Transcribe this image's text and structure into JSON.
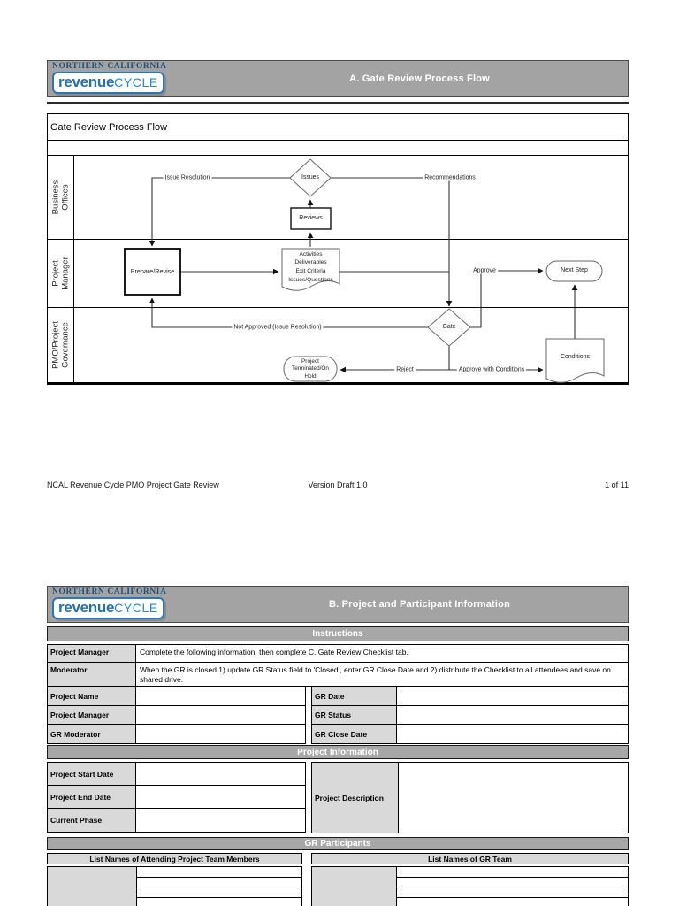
{
  "logo": {
    "region": "NORTHERN CALIFORNIA",
    "brand_bold": "revenue",
    "brand_light": "CYCLE"
  },
  "page1": {
    "header": {
      "title": "A. Gate Review Process Flow"
    },
    "flow": {
      "title": "Gate Review Process Flow",
      "lanes": [
        {
          "line1": "Business",
          "line2": "Offices"
        },
        {
          "line1": "Project",
          "line2": "Manager"
        },
        {
          "line1": "PMO/Project",
          "line2": "Governance"
        }
      ],
      "nodes": {
        "issues": "Issues",
        "reviews": "Reviews",
        "prepare": "Prepare/Revise",
        "activities": {
          "l1": "Activities",
          "l2": "Deliverables",
          "l3": "Exit Criteria",
          "l4": "Issues/Questions"
        },
        "next_step": "Next Step",
        "gate": "Gate",
        "terminated": {
          "l1": "Project",
          "l2": "Terminated/On",
          "l3": "Hold"
        },
        "conditions": "Conditions"
      },
      "edges": {
        "issue_resolution": "Issue Resolution",
        "recommendations": "Recommendations",
        "approve": "Approve",
        "not_approved": "Not Approved (Issue Resolution)",
        "reject": "Reject",
        "approve_with_conditions": "Approve with Conditions"
      }
    },
    "footer": {
      "left": "NCAL Revenue Cycle PMO Project Gate Review",
      "center": "Version Draft 1.0",
      "right": "1 of 11"
    }
  },
  "page2": {
    "header": {
      "title": "B. Project and Participant Information"
    },
    "sections": {
      "instructions": "Instructions",
      "project_information": "Project Information",
      "gr_participants": "GR Participants"
    },
    "instructions": [
      {
        "label": "Project Manager",
        "text": "Complete the following information, then complete C. Gate Review Checklist tab."
      },
      {
        "label": "Moderator",
        "text": "When the GR is closed 1) update GR Status field to 'Closed', enter GR Close Date and 2) distribute the Checklist to all attendees and save on shared drive."
      }
    ],
    "fields_left": [
      {
        "label": "Project Name",
        "value": ""
      },
      {
        "label": "Project Manager",
        "value": ""
      },
      {
        "label": "GR Moderator",
        "value": ""
      }
    ],
    "fields_right": [
      {
        "label": "GR Date",
        "value": ""
      },
      {
        "label": "GR Status",
        "value": ""
      },
      {
        "label": "GR Close Date",
        "value": ""
      }
    ],
    "project_info": {
      "left": [
        {
          "label": "Project Start Date",
          "value": ""
        },
        {
          "label": "Project End Date",
          "value": ""
        },
        {
          "label": "Current Phase",
          "value": ""
        }
      ],
      "description_label": "Project Description",
      "description_value": ""
    },
    "participants": {
      "left_header": "List Names of Attending Project Team Members",
      "right_header": "List Names of GR Team"
    }
  }
}
